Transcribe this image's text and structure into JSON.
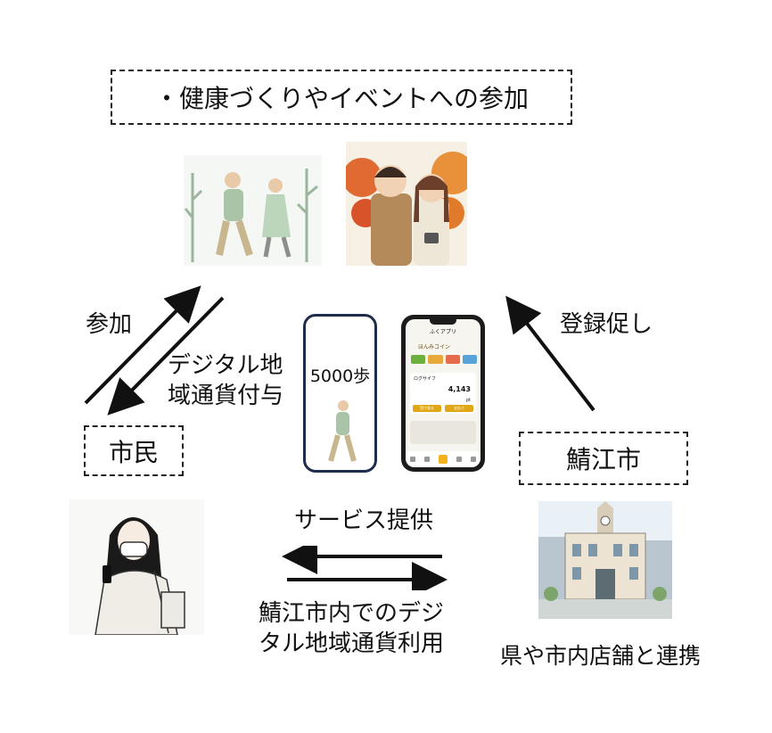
{
  "top_box": {
    "label": "・健康づくりやイベントへの参加"
  },
  "citizen_box": {
    "label": "市民"
  },
  "city_box": {
    "label": "鯖江市"
  },
  "left_arrows": {
    "up_label": "参加",
    "down_label_line1": "デジタル地",
    "down_label_line2": "域通貨付与"
  },
  "right_arrow": {
    "label": "登録促し"
  },
  "bottom_arrows": {
    "top_label": "サービス提供",
    "bottom_label_line1": "鯖江市内でのデジ",
    "bottom_label_line2": "タル地域通貨利用"
  },
  "city_caption": "県や市内店舗と連携",
  "step_card": {
    "text": "5000歩"
  },
  "phone": {
    "header": "ふくアプリ",
    "coin_title": "ほんみコイン",
    "balance_label": "ログサイフ",
    "balance_value": "4,143",
    "sub_value": "pt",
    "btn_left": "受け取る",
    "btn_right": "支払う"
  },
  "colors": {
    "arrow": "#111111",
    "card_border": "#1f2d4d",
    "phone_accent": "#f2b21c"
  },
  "icons": [
    "walking-seniors-illustration",
    "couple-autumn-illustration",
    "woman-with-phone-illustration",
    "city-hall-illustration",
    "walking-person-icon"
  ]
}
